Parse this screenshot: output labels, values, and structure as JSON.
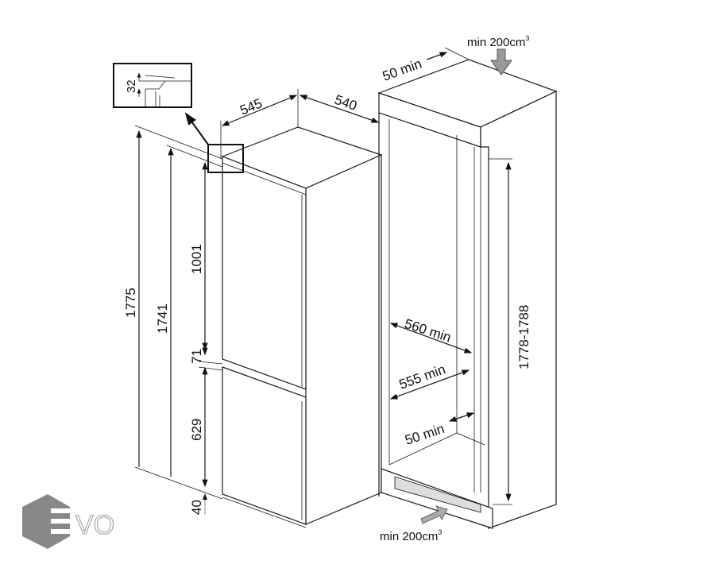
{
  "dimensions": {
    "total_height": "1775",
    "body_height": "1741",
    "upper_door": "1001",
    "door_gap": "71",
    "lower_door": "629",
    "plinth": "40",
    "width": "545",
    "depth": "540",
    "detail_gap": "32",
    "niche_height": "1778-1788",
    "niche_width": "560 min",
    "niche_depth": "555 min",
    "rear_gap": "50 min",
    "top_gap": "50 min"
  },
  "ventilation": {
    "top": "min 200cm",
    "top_sup": "3",
    "bottom": "min 200cm",
    "bottom_sup": "3"
  },
  "logo": {
    "text": "EVO",
    "color": "#888888"
  }
}
